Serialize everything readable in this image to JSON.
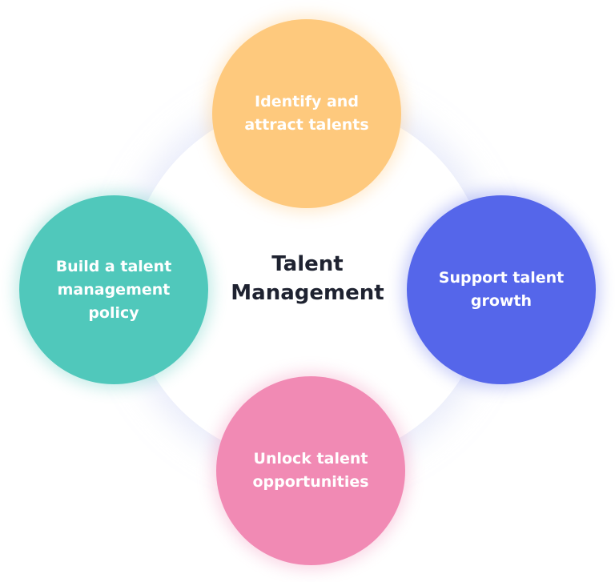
{
  "center": {
    "line1": "Talent",
    "line2": "Management"
  },
  "nodes": {
    "top": {
      "line1": "Identify and",
      "line2": "attract talents",
      "color": "#fec97d"
    },
    "right": {
      "line1": "Support talent",
      "line2": "growth",
      "color": "#5566ea"
    },
    "bottom": {
      "line1": "Unlock talent",
      "line2": "opportunities",
      "color": "#f18ab4"
    },
    "left": {
      "line1": "Build a talent",
      "line2": "management",
      "line3": "policy",
      "color": "#50c8bb"
    }
  }
}
